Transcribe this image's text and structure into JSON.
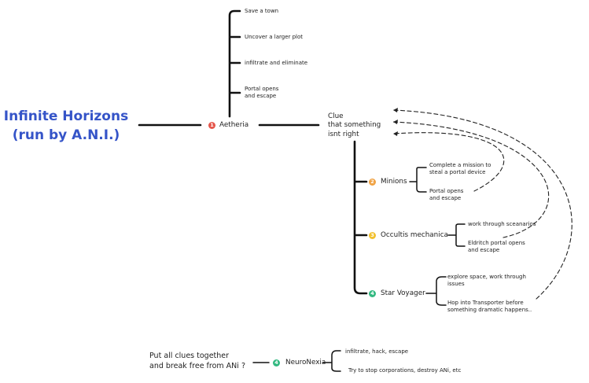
{
  "title": "Infinite Horizons\n(run by A.N.I.)",
  "colors": {
    "title": "#3554c8",
    "badge_1": "#e5574c",
    "badge_2": "#f0a243",
    "badge_3": "#f2c12f",
    "badge_4": "#33b981"
  },
  "aetheria": {
    "badge": "1",
    "label": "Aetheria",
    "children": [
      "Save a town",
      "Uncover a larger plot",
      "infiltrate and eliminate",
      "Portal opens\nand escape"
    ]
  },
  "clue": {
    "label": "Clue\nthat something\nisnt right"
  },
  "minions": {
    "badge": "2",
    "label": "Minions",
    "children": [
      "Complete a mission to\nsteal a portal device",
      "Portal opens\nand escape"
    ]
  },
  "occultis": {
    "badge": "3",
    "label": "Occultis mechanica",
    "children": [
      "work through sceanarios",
      "Eldritch portal opens\nand escape"
    ]
  },
  "star_voyager": {
    "badge": "4",
    "label": "Star Voyager",
    "children": [
      "explore space, work through\nissues",
      "Hop into Transporter before\nsomething dramatic happens.."
    ]
  },
  "finale": {
    "prompt": "Put all clues together\nand break free from ANi ?",
    "badge": "4",
    "label": "NeuroNexia",
    "children": [
      "infiltrate, hack, escape",
      "Try to stop corporations, destroy ANi, etc"
    ]
  }
}
